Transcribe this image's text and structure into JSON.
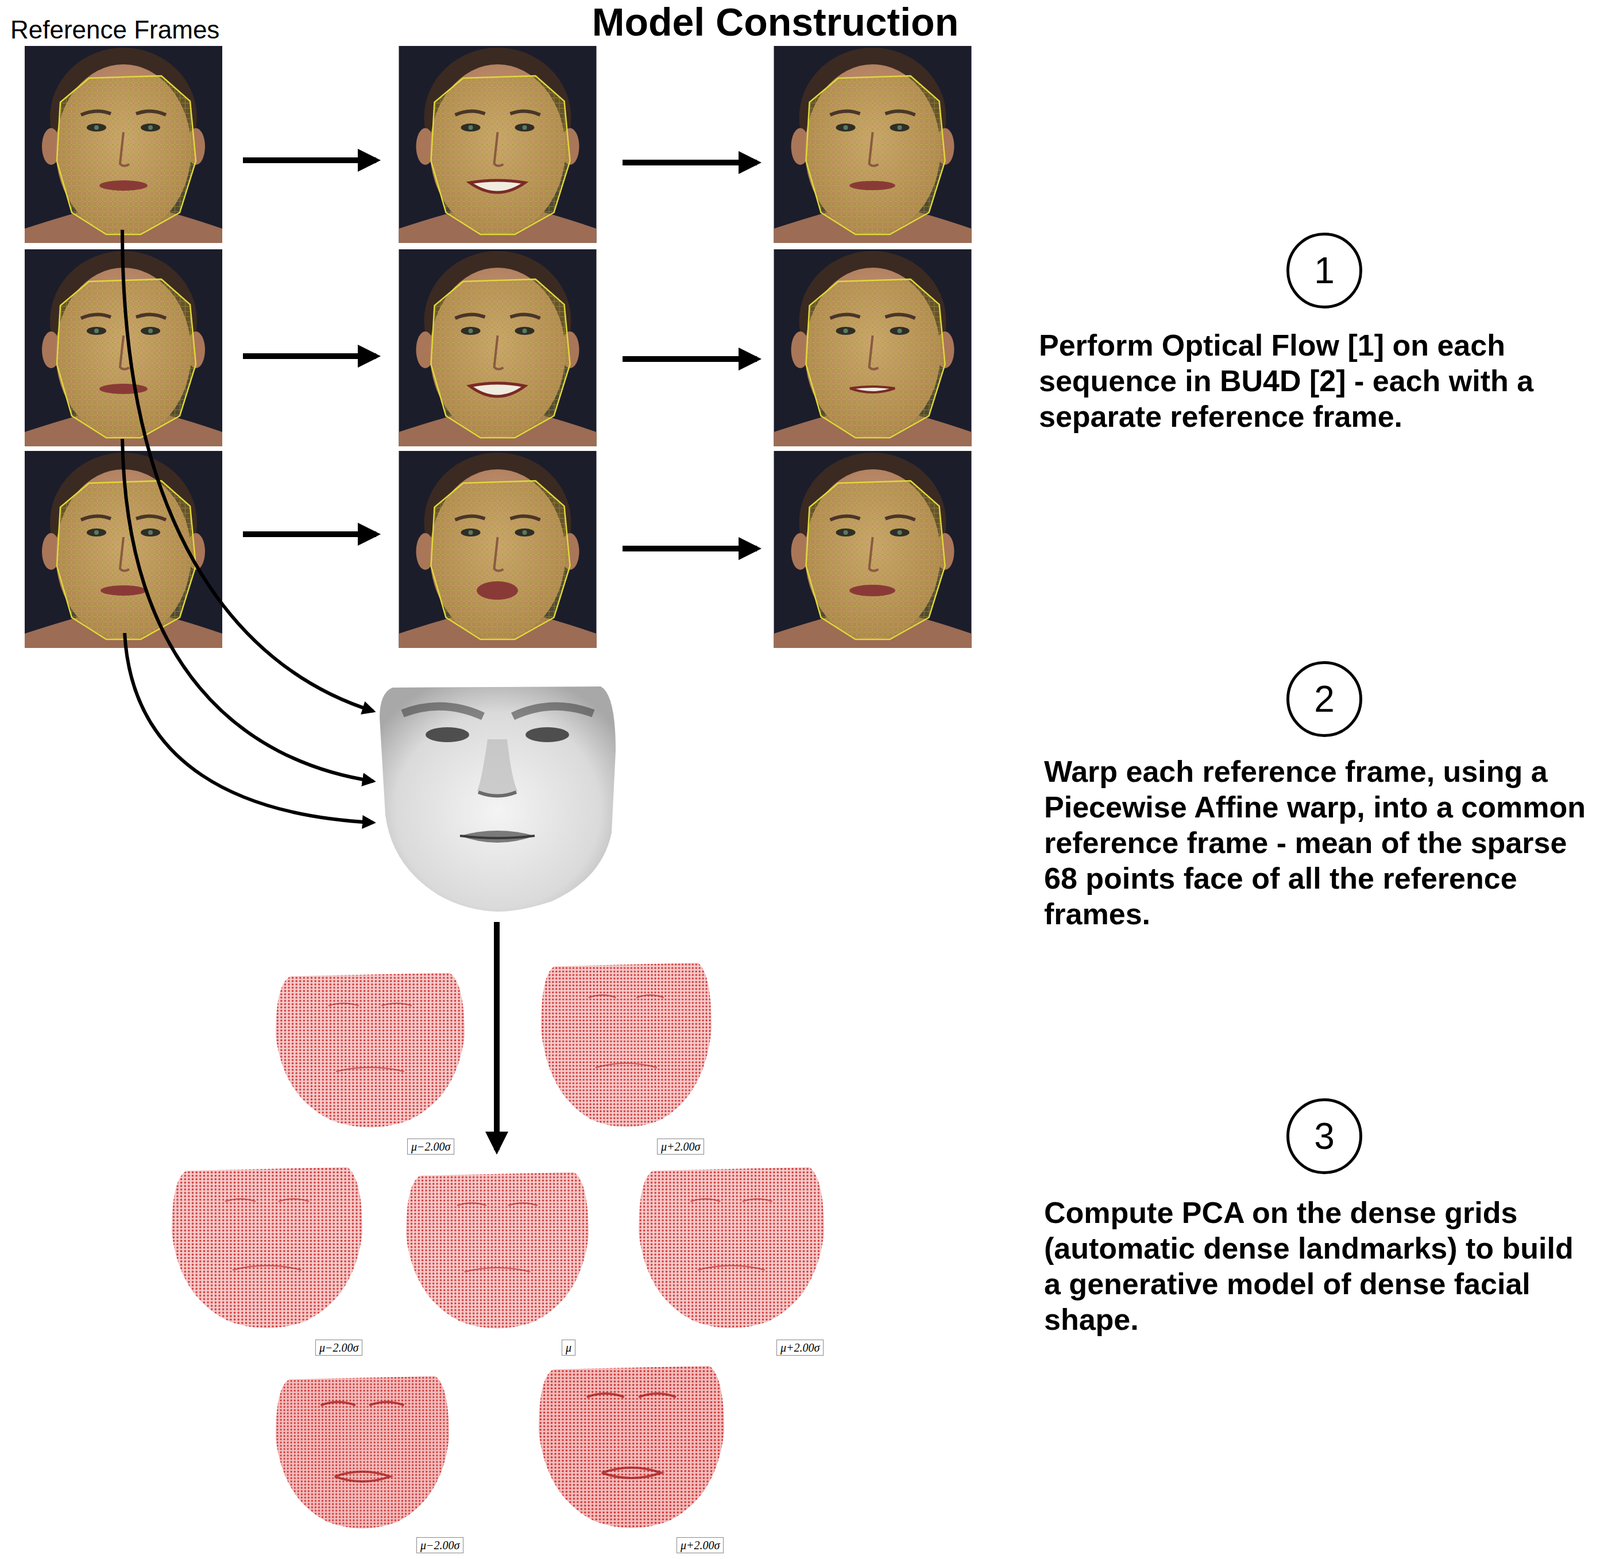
{
  "diagram": {
    "title": "Model Construction",
    "nodes": [
      {
        "text": [
          "1"
        ]
      },
      {
        "text": [
          "2"
        ]
      },
      {
        "text": [
          "3"
        ]
      }
    ],
    "labels": [
      "Reference Frames",
      "Perform Optical Flow [1] on each sequence in BU4D [2] - each with a separate reference frame.",
      "Warp each reference frame, using a Piecewise Affine warp, into a common reference frame - mean of the sparse 68 points face of all the reference frames.",
      "Compute PCA on the dense grids (automatic dense landmarks) to build a generative model of dense facial shape.",
      "μ−2.00σ",
      "μ+2.00σ",
      "μ−2.00σ",
      "μ",
      "μ+2.00σ",
      "μ−2.00σ",
      "μ+2.00σ"
    ]
  }
}
